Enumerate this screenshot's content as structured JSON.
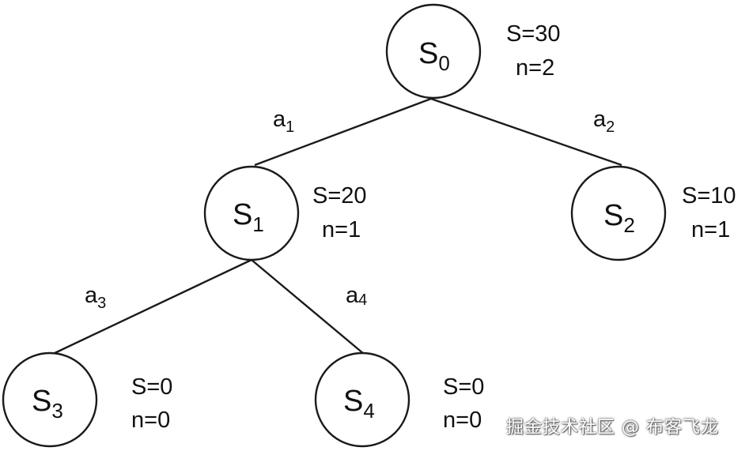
{
  "nodes": [
    {
      "id": "s0",
      "label": "S",
      "sub": "0",
      "score": "S=30",
      "visits": "n=2"
    },
    {
      "id": "s1",
      "label": "S",
      "sub": "1",
      "score": "S=20",
      "visits": "n=1"
    },
    {
      "id": "s2",
      "label": "S",
      "sub": "2",
      "score": "S=10",
      "visits": "n=1"
    },
    {
      "id": "s3",
      "label": "S",
      "sub": "3",
      "score": "S=0",
      "visits": "n=0"
    },
    {
      "id": "s4",
      "label": "S",
      "sub": "4",
      "score": "S=0",
      "visits": "n=0"
    }
  ],
  "edges": [
    {
      "from": "s0",
      "to": "s1",
      "label": "a",
      "sub": "1"
    },
    {
      "from": "s0",
      "to": "s2",
      "label": "a",
      "sub": "2"
    },
    {
      "from": "s1",
      "to": "s3",
      "label": "a",
      "sub": "3"
    },
    {
      "from": "s1",
      "to": "s4",
      "label": "a",
      "sub": "4"
    }
  ],
  "watermark": "掘金技术社区 @ 布客飞龙",
  "colors": {
    "stroke": "#1a1a1a",
    "background": "#ffffff"
  }
}
